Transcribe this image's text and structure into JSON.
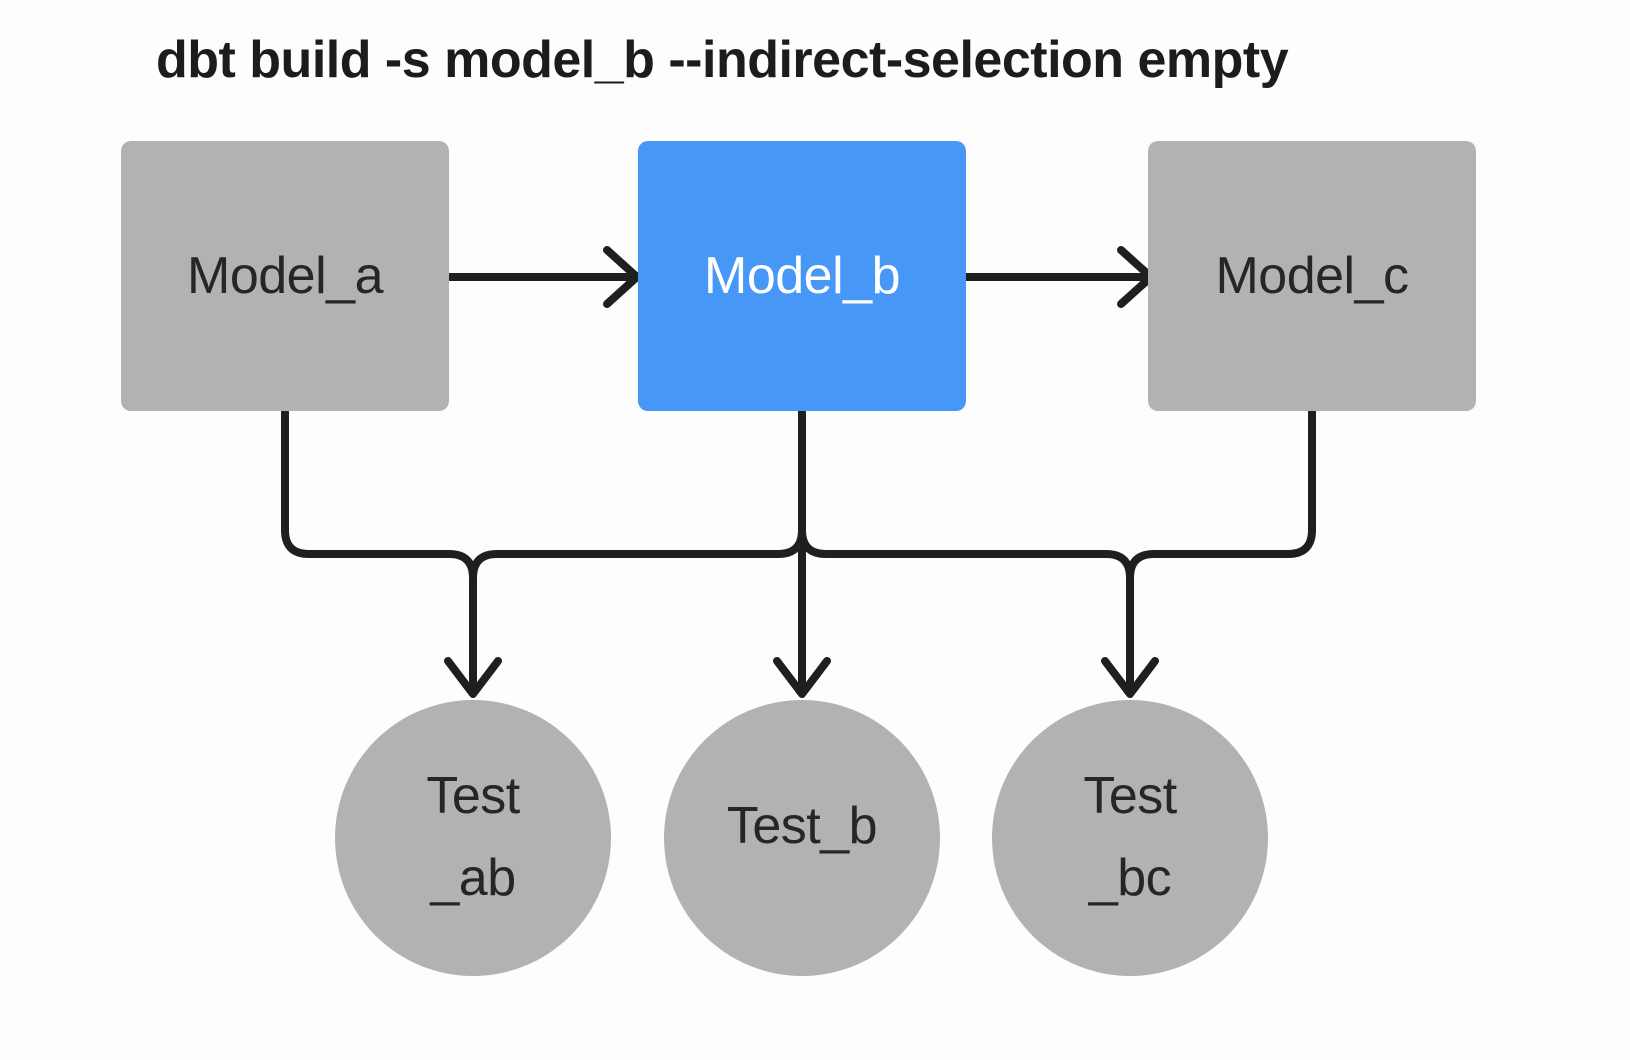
{
  "title": "dbt build -s model_b --indirect-selection empty",
  "colors": {
    "background": "#fdfdfe",
    "node_fill": "#b2b2b3",
    "selected_fill": "#4697f6",
    "node_text": "#262628",
    "selected_text": "#ffffff",
    "title_text": "#1c1c1e",
    "edge": "#1f1f1f"
  },
  "nodes": [
    {
      "id": "model_a",
      "label": "Model_a",
      "type": "model",
      "state": "unselected"
    },
    {
      "id": "model_b",
      "label": "Model_b",
      "type": "model",
      "state": "selected"
    },
    {
      "id": "model_c",
      "label": "Model_c",
      "type": "model",
      "state": "unselected"
    }
  ],
  "tests": [
    {
      "id": "test_ab",
      "label": "Test _ab",
      "lines": [
        "Test",
        "_ab"
      ]
    },
    {
      "id": "test_b",
      "label": "Test_b",
      "lines": [
        "Test_b"
      ]
    },
    {
      "id": "test_bc",
      "label": "Test _bc",
      "lines": [
        "Test",
        "_bc"
      ]
    }
  ],
  "edges": [
    {
      "from": "model_a",
      "to": "model_b"
    },
    {
      "from": "model_b",
      "to": "model_c"
    },
    {
      "from": "model_a",
      "to": "test_ab"
    },
    {
      "from": "model_b",
      "to": "test_ab"
    },
    {
      "from": "model_b",
      "to": "test_b"
    },
    {
      "from": "model_b",
      "to": "test_bc"
    },
    {
      "from": "model_c",
      "to": "test_bc"
    }
  ]
}
